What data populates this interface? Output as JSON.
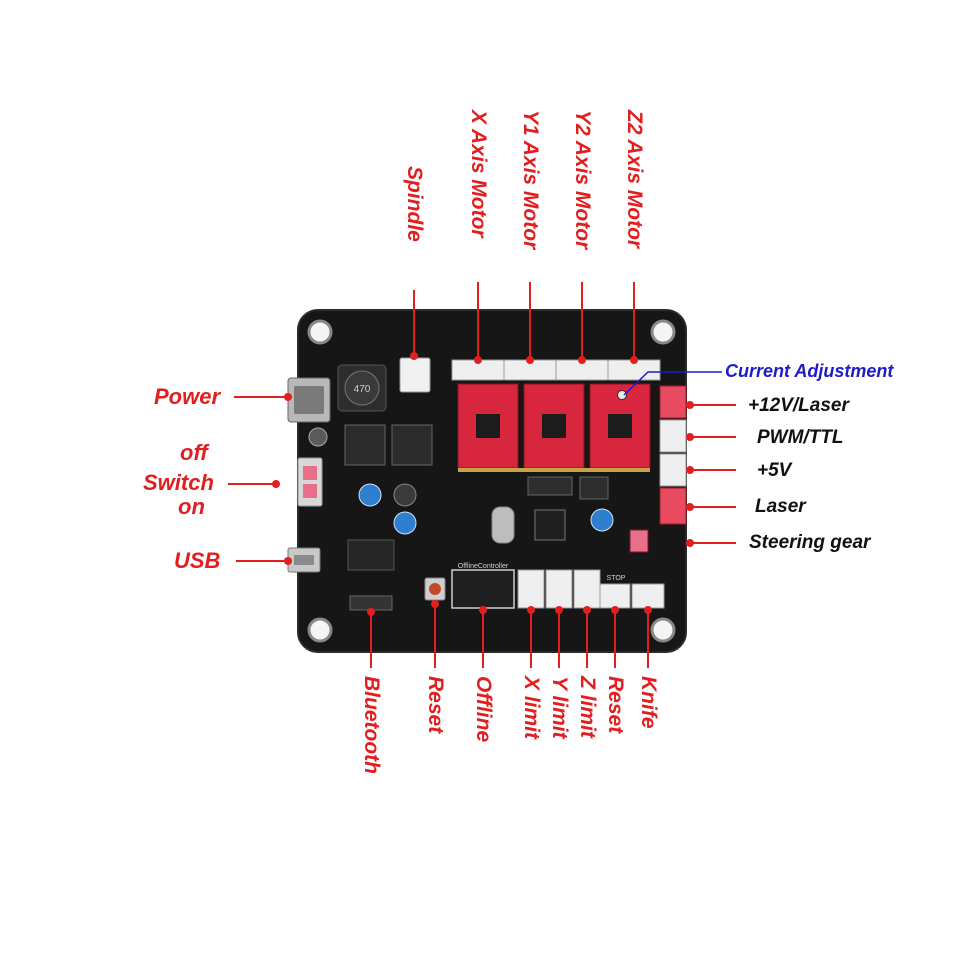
{
  "colors": {
    "label_red": "#e31e1e",
    "label_black": "#111111",
    "label_blue": "#1c1cc8",
    "pcb": "#161616",
    "driver": "#d7263d"
  },
  "labels": {
    "top": {
      "spindle": "Spindle",
      "x_axis_motor": "X Axis Motor",
      "y1_axis_motor": "Y1 Axis Motor",
      "y2_axis_motor": "Y2 Axis Motor",
      "z2_axis_motor": "Z2 Axis Motor"
    },
    "left": {
      "power": "Power",
      "off": "off",
      "switch": "Switch",
      "on": "on",
      "usb": "USB"
    },
    "right": {
      "current_adjustment": "Current Adjustment",
      "v12_laser": "+12V/Laser",
      "pwm_ttl": "PWM/TTL",
      "v5": "+5V",
      "laser": "Laser",
      "steering_gear": "Steering gear"
    },
    "bottom": {
      "bluetooth": "Bluetooth",
      "reset": "Reset",
      "offline": "Offline",
      "x_limit": "X limit",
      "y_limit": "Y limit",
      "z_limit": "Z limit",
      "reset2": "Reset",
      "knife": "Knife"
    }
  },
  "board_print": {
    "offline_port": "OfflineController",
    "stop": "STOP",
    "inductor": "470"
  }
}
